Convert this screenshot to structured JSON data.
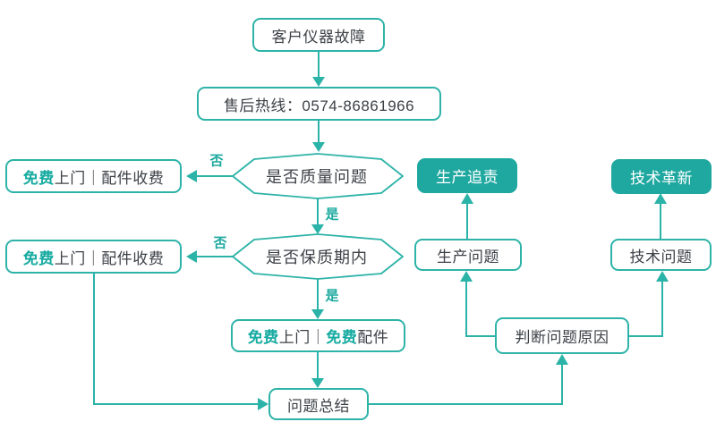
{
  "colors": {
    "stroke_teal": "#2bb3a8",
    "fill_teal": "#1fa8a0",
    "accent_text": "#17aba1",
    "body_text": "#3d4247"
  },
  "nodes": {
    "start": {
      "label": "客户仪器故障"
    },
    "hotline": {
      "label": "售后热线：0574-86861966"
    },
    "decision_quality": {
      "label": "是否质量问题"
    },
    "decision_warranty": {
      "label": "是否保质期内"
    },
    "visit_paid_parts_1": {
      "accent": "免费",
      "rest": "上门｜配件收费"
    },
    "visit_paid_parts_2": {
      "accent": "免费",
      "rest": "上门｜配件收费"
    },
    "visit_free_parts": {
      "accent1": "免费",
      "mid": "上门｜",
      "accent2": "免费",
      "tail": "配件"
    },
    "summary": {
      "label": "问题总结"
    },
    "judge_cause": {
      "label": "判断问题原因"
    },
    "production_issue": {
      "label": "生产问题"
    },
    "production_accountability": {
      "label": "生产追责"
    },
    "technical_issue": {
      "label": "技术问题"
    },
    "technical_innovation": {
      "label": "技术革新"
    }
  },
  "edge_labels": {
    "quality_no": "否",
    "quality_yes": "是",
    "warranty_no": "否",
    "warranty_yes": "是"
  }
}
